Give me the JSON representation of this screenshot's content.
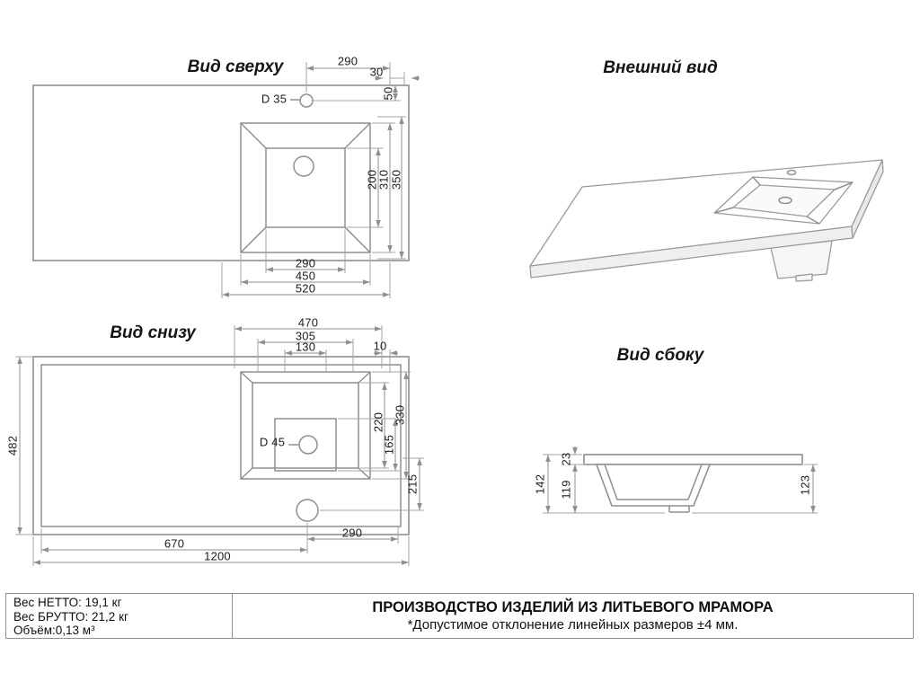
{
  "top_view": {
    "title": "Вид сверху",
    "dim_290_top": "290",
    "dim_30": "30",
    "dim_d35": "D 35",
    "dim_50": "50",
    "dim_200": "200",
    "dim_310": "310",
    "dim_350": "350",
    "dim_290_bottom": "290",
    "dim_450": "450",
    "dim_520": "520"
  },
  "external_view": {
    "title": "Внешний вид"
  },
  "bottom_view": {
    "title": "Вид снизу",
    "dim_470": "470",
    "dim_305": "305",
    "dim_130": "130",
    "dim_10": "10",
    "dim_d45": "D 45",
    "dim_330": "330",
    "dim_220": "220",
    "dim_165": "165",
    "dim_215": "215",
    "dim_482": "482",
    "dim_290": "290",
    "dim_670": "670",
    "dim_1200": "1200"
  },
  "side_view": {
    "title": "Вид сбоку",
    "dim_142": "142",
    "dim_23": "23",
    "dim_119": "119",
    "dim_123": "123"
  },
  "footer": {
    "net_weight": "Вес НЕТТО: 19,1 кг",
    "gross_weight": "Вес БРУТТО: 21,2 кг",
    "volume": "Объём:0,13 м³",
    "production_title": "ПРОИЗВОДСТВО ИЗДЕЛИЙ ИЗ ЛИТЬЕВОГО МРАМОРА",
    "tolerance_note": "*Допустимое отклонение линейных размеров ±4 мм."
  },
  "colors": {
    "line": "#8f8f8f",
    "text": "#1c1c1c",
    "background": "#ffffff"
  }
}
